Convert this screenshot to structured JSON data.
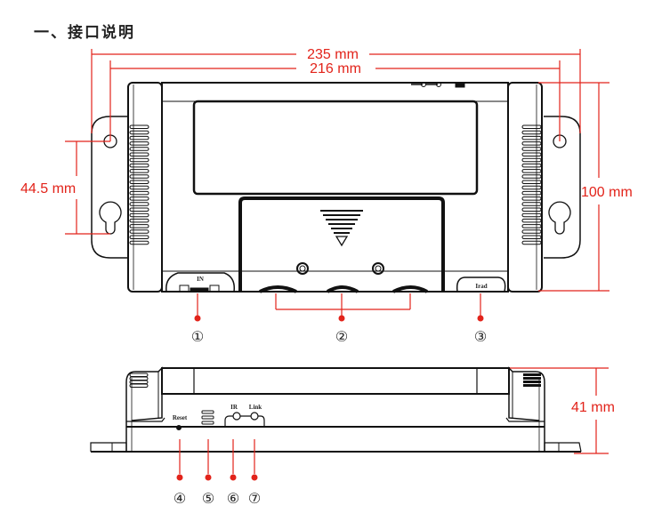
{
  "section_title": "一、接口说明",
  "colors": {
    "dimension": "#e2231a",
    "outline": "#111111"
  },
  "top_view": {
    "dimensions": {
      "overall_width": "235 mm",
      "hole_spacing_width": "216 mm",
      "hole_spacing_height": "44.5 mm",
      "height": "100 mm"
    },
    "labels": {
      "port_in": "IN",
      "port_irad": "Irad"
    },
    "callouts": [
      "①",
      "②",
      "③"
    ]
  },
  "side_view": {
    "dimensions": {
      "depth": "41 mm"
    },
    "labels": {
      "reset": "Reset",
      "ir": "IR",
      "link": "Link"
    },
    "callouts": [
      "④",
      "⑤",
      "⑥",
      "⑦"
    ]
  }
}
